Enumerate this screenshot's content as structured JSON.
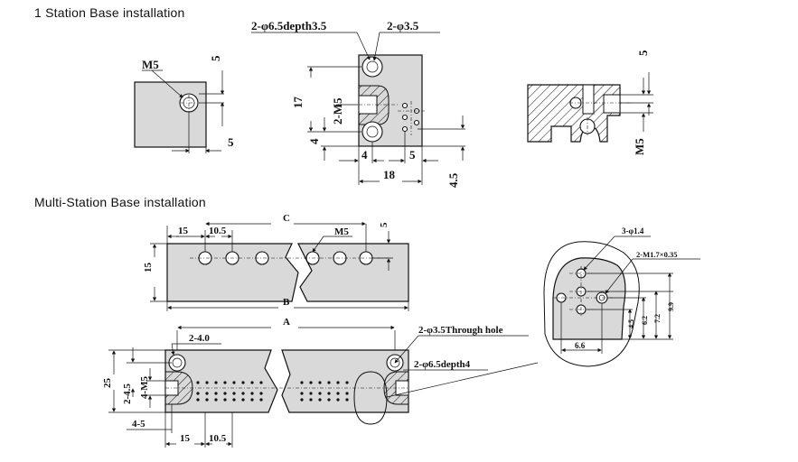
{
  "sections": {
    "single": "1 Station Base installation",
    "multi": "Multi-Station Base installation"
  },
  "labels": {
    "m5_a": "M5",
    "dim_5_top": "5",
    "dim_5_bottom": "5",
    "callout_counterbore": "2-φ6.5depth3.5",
    "callout_through": "2-φ3.5",
    "dim_17": "17",
    "dim_2m5": "2-M5",
    "dim_4_left": "4",
    "dim_4_bottom": "4",
    "dim_5_mid": "5",
    "dim_18": "18",
    "dim_4_5": "4.5",
    "dim_5_right": "5",
    "dim_m5_right": "M5",
    "multi_C": "C",
    "multi_15": "15",
    "multi_10_5": "10.5",
    "multi_m5": "M5",
    "multi_5": "5",
    "multi_15_side": "15",
    "multi_B": "B",
    "multi_A": "A",
    "multi_2_4_0": "2-4.0",
    "multi_25": "25",
    "multi_2_4_5": "2-4.5",
    "multi_4_m5": "4-M5",
    "multi_4_5_pitch": "4-5",
    "multi_15_bottom": "15",
    "multi_10_5_bottom": "10.5",
    "multi_through": "2-φ3.5Through hole",
    "multi_cbore": "2-φ6.5depth4",
    "detail_3_1_4": "3-φ1.4",
    "detail_2_m1_7": "2-M1.7×0.35",
    "detail_4_5": "4.5",
    "detail_6_2": "6.2",
    "detail_7_2": "7.2",
    "detail_9_9": "9.9",
    "detail_6_6": "6.6"
  }
}
